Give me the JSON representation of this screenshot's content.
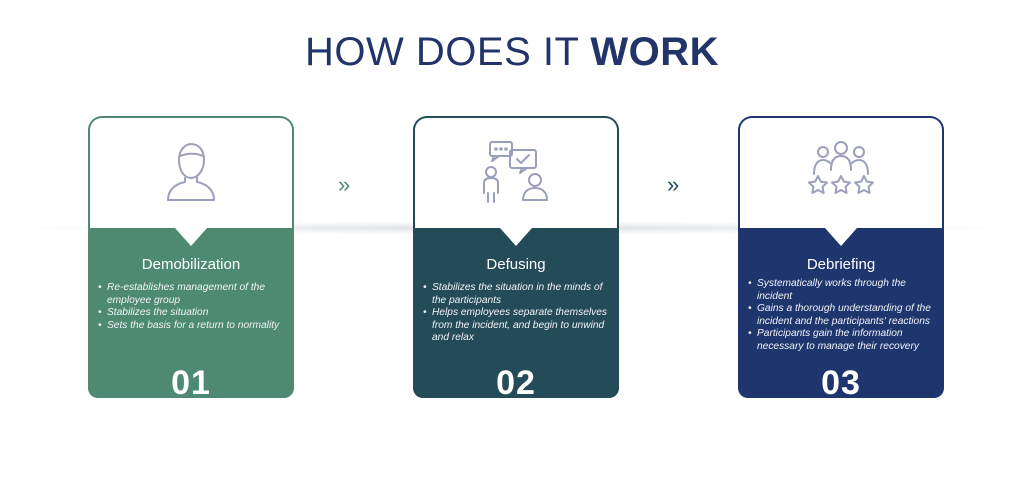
{
  "title": {
    "light": "HOW DOES IT",
    "bold": "WORK"
  },
  "colors": {
    "green": "#4e8a72",
    "teal": "#244b58",
    "navy": "#1f356e",
    "title": "#22356a"
  },
  "connector_glyph": "»",
  "cards": [
    {
      "title": "Demobilization",
      "icon": "person-icon",
      "bullets": [
        "Re-establishes management of the employee group",
        "Stabilizes the situation",
        "Sets the basis for a return to normality"
      ],
      "number": "01"
    },
    {
      "title": "Defusing",
      "icon": "conversation-icon",
      "bullets": [
        "Stabilizes the situation in the minds of the participants",
        "Helps employees separate themselves from the incident, and begin to unwind and relax"
      ],
      "number": "02"
    },
    {
      "title": "Debriefing",
      "icon": "group-rating-icon",
      "bullets": [
        "Systematically works through the incident",
        "Gains a thorough understanding of the incident and the participants' reactions",
        "Participants gain the information necessary to manage their recovery"
      ],
      "number": "03"
    }
  ]
}
